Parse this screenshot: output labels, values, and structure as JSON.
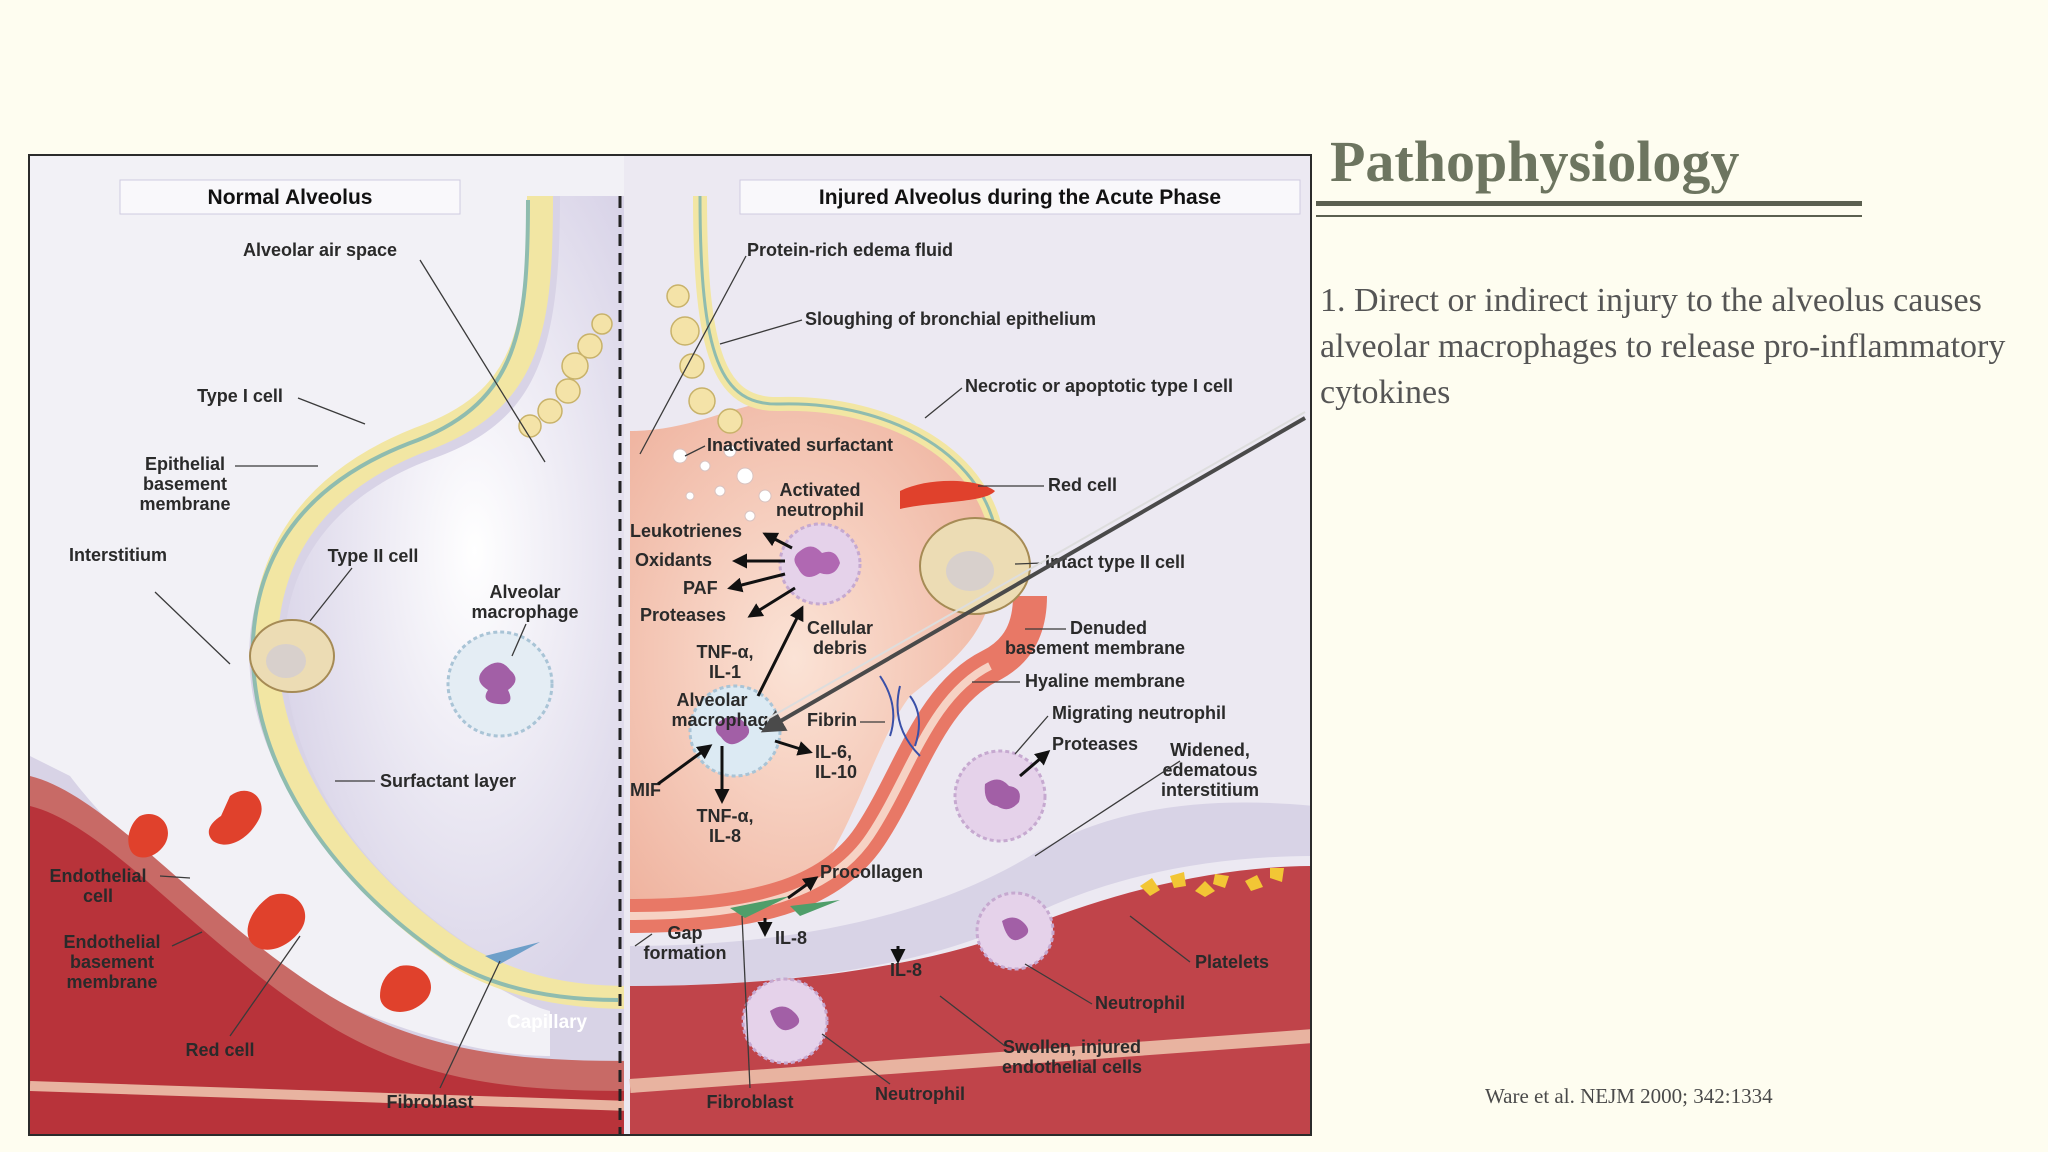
{
  "slide": {
    "title": "Pathophysiology",
    "point": "1.  Direct or indirect injury to the alveolus causes alveolar macrophages to release pro-inflammatory cytokines",
    "citation": "Ware et al. NEJM 2000; 342:1334"
  },
  "diagram": {
    "left_header": "Normal Alveolus",
    "right_header": "Injured Alveolus during the Acute Phase",
    "left_labels": {
      "alveolar_air_space": "Alveolar air space",
      "type1_cell": "Type I cell",
      "epithelial_bm": [
        "Epithelial",
        "basement",
        "membrane"
      ],
      "interstitium": "Interstitium",
      "type2_cell": "Type II cell",
      "alveolar_macrophage": [
        "Alveolar",
        "macrophage"
      ],
      "surfactant_layer": "Surfactant layer",
      "endothelial_cell": [
        "Endothelial",
        "cell"
      ],
      "endothelial_bm": [
        "Endothelial",
        "basement",
        "membrane"
      ],
      "red_cell": "Red cell",
      "capillary": "Capillary",
      "fibroblast": "Fibroblast"
    },
    "right_labels": {
      "protein_rich_edema": "Protein-rich edema fluid",
      "sloughing": "Sloughing of bronchial epithelium",
      "necrotic": "Necrotic or apoptotic type I cell",
      "inactivated_surfactant": "Inactivated surfactant",
      "activated_neutrophil": [
        "Activated",
        "neutrophil"
      ],
      "red_cell": "Red cell",
      "leukotrienes": "Leukotrienes",
      "oxidants": "Oxidants",
      "paf": "PAF",
      "proteases_1": "Proteases",
      "intact_type2": "Intact type II cell",
      "tnf_il1": [
        "TNF-α,",
        "IL-1"
      ],
      "cellular_debris": [
        "Cellular",
        "debris"
      ],
      "denuded_bm": [
        "Denuded",
        "basement membrane"
      ],
      "hyaline_membrane": "Hyaline membrane",
      "alveolar_macrophage": [
        "Alveolar",
        "macrophage"
      ],
      "fibrin": "Fibrin",
      "migrating_neutrophil": "Migrating neutrophil",
      "proteases_2": "Proteases",
      "il6_il10": [
        "IL-6,",
        "IL-10"
      ],
      "widened": [
        "Widened,",
        "edematous",
        "interstitium"
      ],
      "mif": "MIF",
      "tnf_il8": [
        "TNF-α,",
        "IL-8"
      ],
      "procollagen": "Procollagen",
      "gap_formation": [
        "Gap",
        "formation"
      ],
      "il8_a": "IL-8",
      "il8_b": "IL-8",
      "platelets": "Platelets",
      "neutrophil_1": "Neutrophil",
      "swollen": [
        "Swollen, injured",
        "endothelial cells"
      ],
      "fibroblast": "Fibroblast",
      "neutrophil_2": "Neutrophil"
    }
  },
  "colors": {
    "background": "#fefdf0",
    "title": "#6d7560",
    "body_text": "#555555",
    "rule": "#5b6050",
    "capillary": "#b8333a",
    "red_cell": "#e0412c",
    "edema": "#f4c9b8",
    "epithelium": "#f2e6a3"
  }
}
